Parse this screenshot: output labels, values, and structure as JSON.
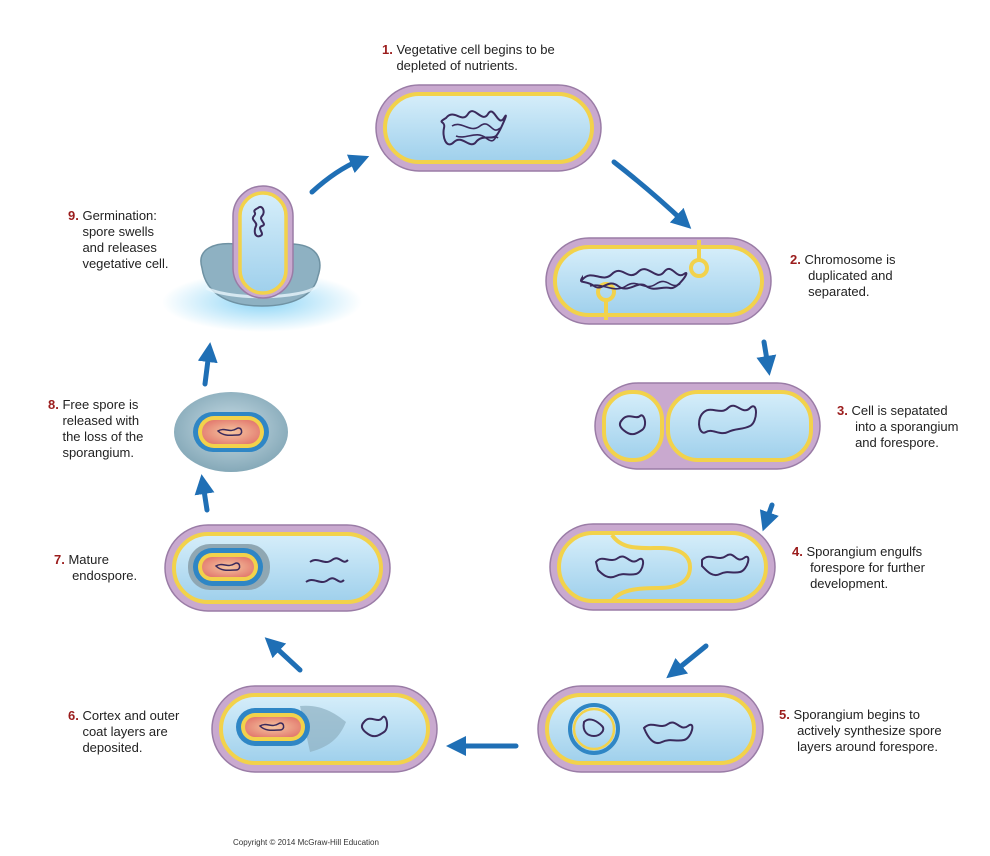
{
  "colors": {
    "number": "#9b1c1c",
    "arrow": "#1f6fb5",
    "cell_wall": "#b79bbf",
    "membrane_yellow": "#f2d24b",
    "cytoplasm": "#bfe3f5",
    "dna": "#3a2a5c",
    "spore_core": "#e9887a",
    "spore_coat": "#2f86c5"
  },
  "stages": [
    {
      "num": "1.",
      "lines": [
        "Vegetative cell begins to be",
        "depleted of nutrients."
      ]
    },
    {
      "num": "2.",
      "lines": [
        "Chromosome is",
        "duplicated and",
        "separated."
      ]
    },
    {
      "num": "3.",
      "lines": [
        "Cell is sepatated",
        "into a sporangium",
        "and forespore."
      ]
    },
    {
      "num": "4.",
      "lines": [
        "Sporangium engulfs",
        "forespore for further",
        "development."
      ]
    },
    {
      "num": "5.",
      "lines": [
        "Sporangium begins to",
        "actively synthesize spore",
        "layers around forespore."
      ]
    },
    {
      "num": "6.",
      "lines": [
        "Cortex and outer",
        "coat layers are",
        "deposited."
      ]
    },
    {
      "num": "7.",
      "lines": [
        "Mature",
        "endospore."
      ]
    },
    {
      "num": "8.",
      "lines": [
        "Free spore is",
        "released with",
        "the loss of the",
        "sporangium."
      ]
    },
    {
      "num": "9.",
      "lines": [
        "Germination:",
        "spore swells",
        "and releases",
        "vegetative cell."
      ]
    }
  ],
  "copyright": "Copyright © 2014 McGraw-Hill Education"
}
